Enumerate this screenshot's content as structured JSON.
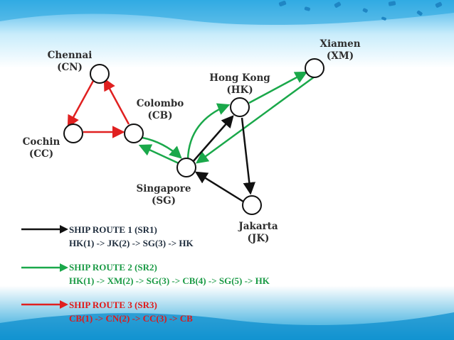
{
  "colors": {
    "route1": "#111111",
    "route2": "#1aa84a",
    "route3": "#e02020",
    "route1_text": "#1f2d3d",
    "route2_text": "#1a9a45",
    "route3_text": "#e01818"
  },
  "nodes": {
    "chennai": {
      "name": "Chennai",
      "code": "(CN)"
    },
    "cochin": {
      "name": "Cochin",
      "code": "(CC)"
    },
    "colombo": {
      "name": "Colombo",
      "code": "(CB)"
    },
    "singapore": {
      "name": "Singapore",
      "code": "(SG)"
    },
    "hongkong": {
      "name": "Hong Kong",
      "code": "(HK)"
    },
    "xiamen": {
      "name": "Xiamen",
      "code": "(XM)"
    },
    "jakarta": {
      "name": "Jakarta",
      "code": "(JK)"
    }
  },
  "legend": [
    {
      "title": "SHIP ROUTE 1 (SR1)",
      "path": "HK(1) -> JK(2) -> SG(3) -> HK"
    },
    {
      "title": "SHIP ROUTE 2 (SR2)",
      "path": "HK(1) -> XM(2) -> SG(3) -> CB(4) -> SG(5) -> HK"
    },
    {
      "title": "SHIP ROUTE 3 (SR3)",
      "path": "CB(1) -> CN(2) -> CC(3) -> CB"
    }
  ]
}
